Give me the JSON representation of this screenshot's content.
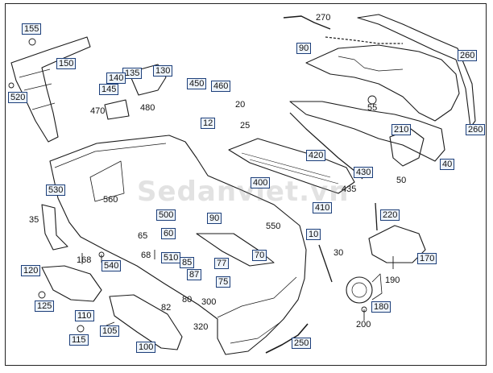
{
  "diagram": {
    "watermark": "Sedanviet.vn",
    "parts": [
      {
        "id": "p155",
        "label": "155",
        "boxed": true
      },
      {
        "id": "p150",
        "label": "150",
        "boxed": true
      },
      {
        "id": "p520",
        "label": "520",
        "boxed": true
      },
      {
        "id": "p135",
        "label": "135",
        "boxed": true
      },
      {
        "id": "p130",
        "label": "130",
        "boxed": true
      },
      {
        "id": "p140",
        "label": "140",
        "boxed": true
      },
      {
        "id": "p145",
        "label": "145",
        "boxed": true
      },
      {
        "id": "p470",
        "label": "470",
        "boxed": false
      },
      {
        "id": "p480",
        "label": "480",
        "boxed": false
      },
      {
        "id": "p450",
        "label": "450",
        "boxed": true
      },
      {
        "id": "p460",
        "label": "460",
        "boxed": true
      },
      {
        "id": "p270",
        "label": "270",
        "boxed": false
      },
      {
        "id": "p90a",
        "label": "90",
        "boxed": true
      },
      {
        "id": "p260a",
        "label": "260",
        "boxed": true
      },
      {
        "id": "p55",
        "label": "55",
        "boxed": false
      },
      {
        "id": "p20",
        "label": "20",
        "boxed": false
      },
      {
        "id": "p12",
        "label": "12",
        "boxed": true
      },
      {
        "id": "p25",
        "label": "25",
        "boxed": false
      },
      {
        "id": "p260b",
        "label": "260",
        "boxed": true
      },
      {
        "id": "p210",
        "label": "210",
        "boxed": true
      },
      {
        "id": "p420",
        "label": "420",
        "boxed": true
      },
      {
        "id": "p40",
        "label": "40",
        "boxed": true
      },
      {
        "id": "p430",
        "label": "430",
        "boxed": true
      },
      {
        "id": "p50",
        "label": "50",
        "boxed": false
      },
      {
        "id": "p400",
        "label": "400",
        "boxed": true
      },
      {
        "id": "p435",
        "label": "435",
        "boxed": false
      },
      {
        "id": "p560",
        "label": "560",
        "boxed": false
      },
      {
        "id": "p530",
        "label": "530",
        "boxed": true
      },
      {
        "id": "p410",
        "label": "410",
        "boxed": true
      },
      {
        "id": "p220",
        "label": "220",
        "boxed": true
      },
      {
        "id": "p500",
        "label": "500",
        "boxed": true
      },
      {
        "id": "p90b",
        "label": "90",
        "boxed": true
      },
      {
        "id": "p550",
        "label": "550",
        "boxed": false
      },
      {
        "id": "p35",
        "label": "35",
        "boxed": false
      },
      {
        "id": "p65",
        "label": "65",
        "boxed": false
      },
      {
        "id": "p60",
        "label": "60",
        "boxed": true
      },
      {
        "id": "p10",
        "label": "10",
        "boxed": true
      },
      {
        "id": "p30",
        "label": "30",
        "boxed": false
      },
      {
        "id": "p168",
        "label": "168",
        "boxed": false
      },
      {
        "id": "p540",
        "label": "540",
        "boxed": true
      },
      {
        "id": "p68",
        "label": "68",
        "boxed": false
      },
      {
        "id": "p510",
        "label": "510",
        "boxed": true
      },
      {
        "id": "p70",
        "label": "70",
        "boxed": true
      },
      {
        "id": "p170",
        "label": "170",
        "boxed": true
      },
      {
        "id": "p85",
        "label": "85",
        "boxed": true
      },
      {
        "id": "p77",
        "label": "77",
        "boxed": true
      },
      {
        "id": "p120",
        "label": "120",
        "boxed": true
      },
      {
        "id": "p87",
        "label": "87",
        "boxed": true
      },
      {
        "id": "p75",
        "label": "75",
        "boxed": true
      },
      {
        "id": "p190",
        "label": "190",
        "boxed": false
      },
      {
        "id": "p125",
        "label": "125",
        "boxed": true
      },
      {
        "id": "p80",
        "label": "80",
        "boxed": false
      },
      {
        "id": "p82",
        "label": "82",
        "boxed": false
      },
      {
        "id": "p300",
        "label": "300",
        "boxed": false
      },
      {
        "id": "p180",
        "label": "180",
        "boxed": true
      },
      {
        "id": "p110",
        "label": "110",
        "boxed": true
      },
      {
        "id": "p105",
        "label": "105",
        "boxed": true
      },
      {
        "id": "p115",
        "label": "115",
        "boxed": true
      },
      {
        "id": "p320",
        "label": "320",
        "boxed": false
      },
      {
        "id": "p200",
        "label": "200",
        "boxed": false
      },
      {
        "id": "p100",
        "label": "100",
        "boxed": true
      },
      {
        "id": "p250",
        "label": "250",
        "boxed": true
      }
    ]
  }
}
